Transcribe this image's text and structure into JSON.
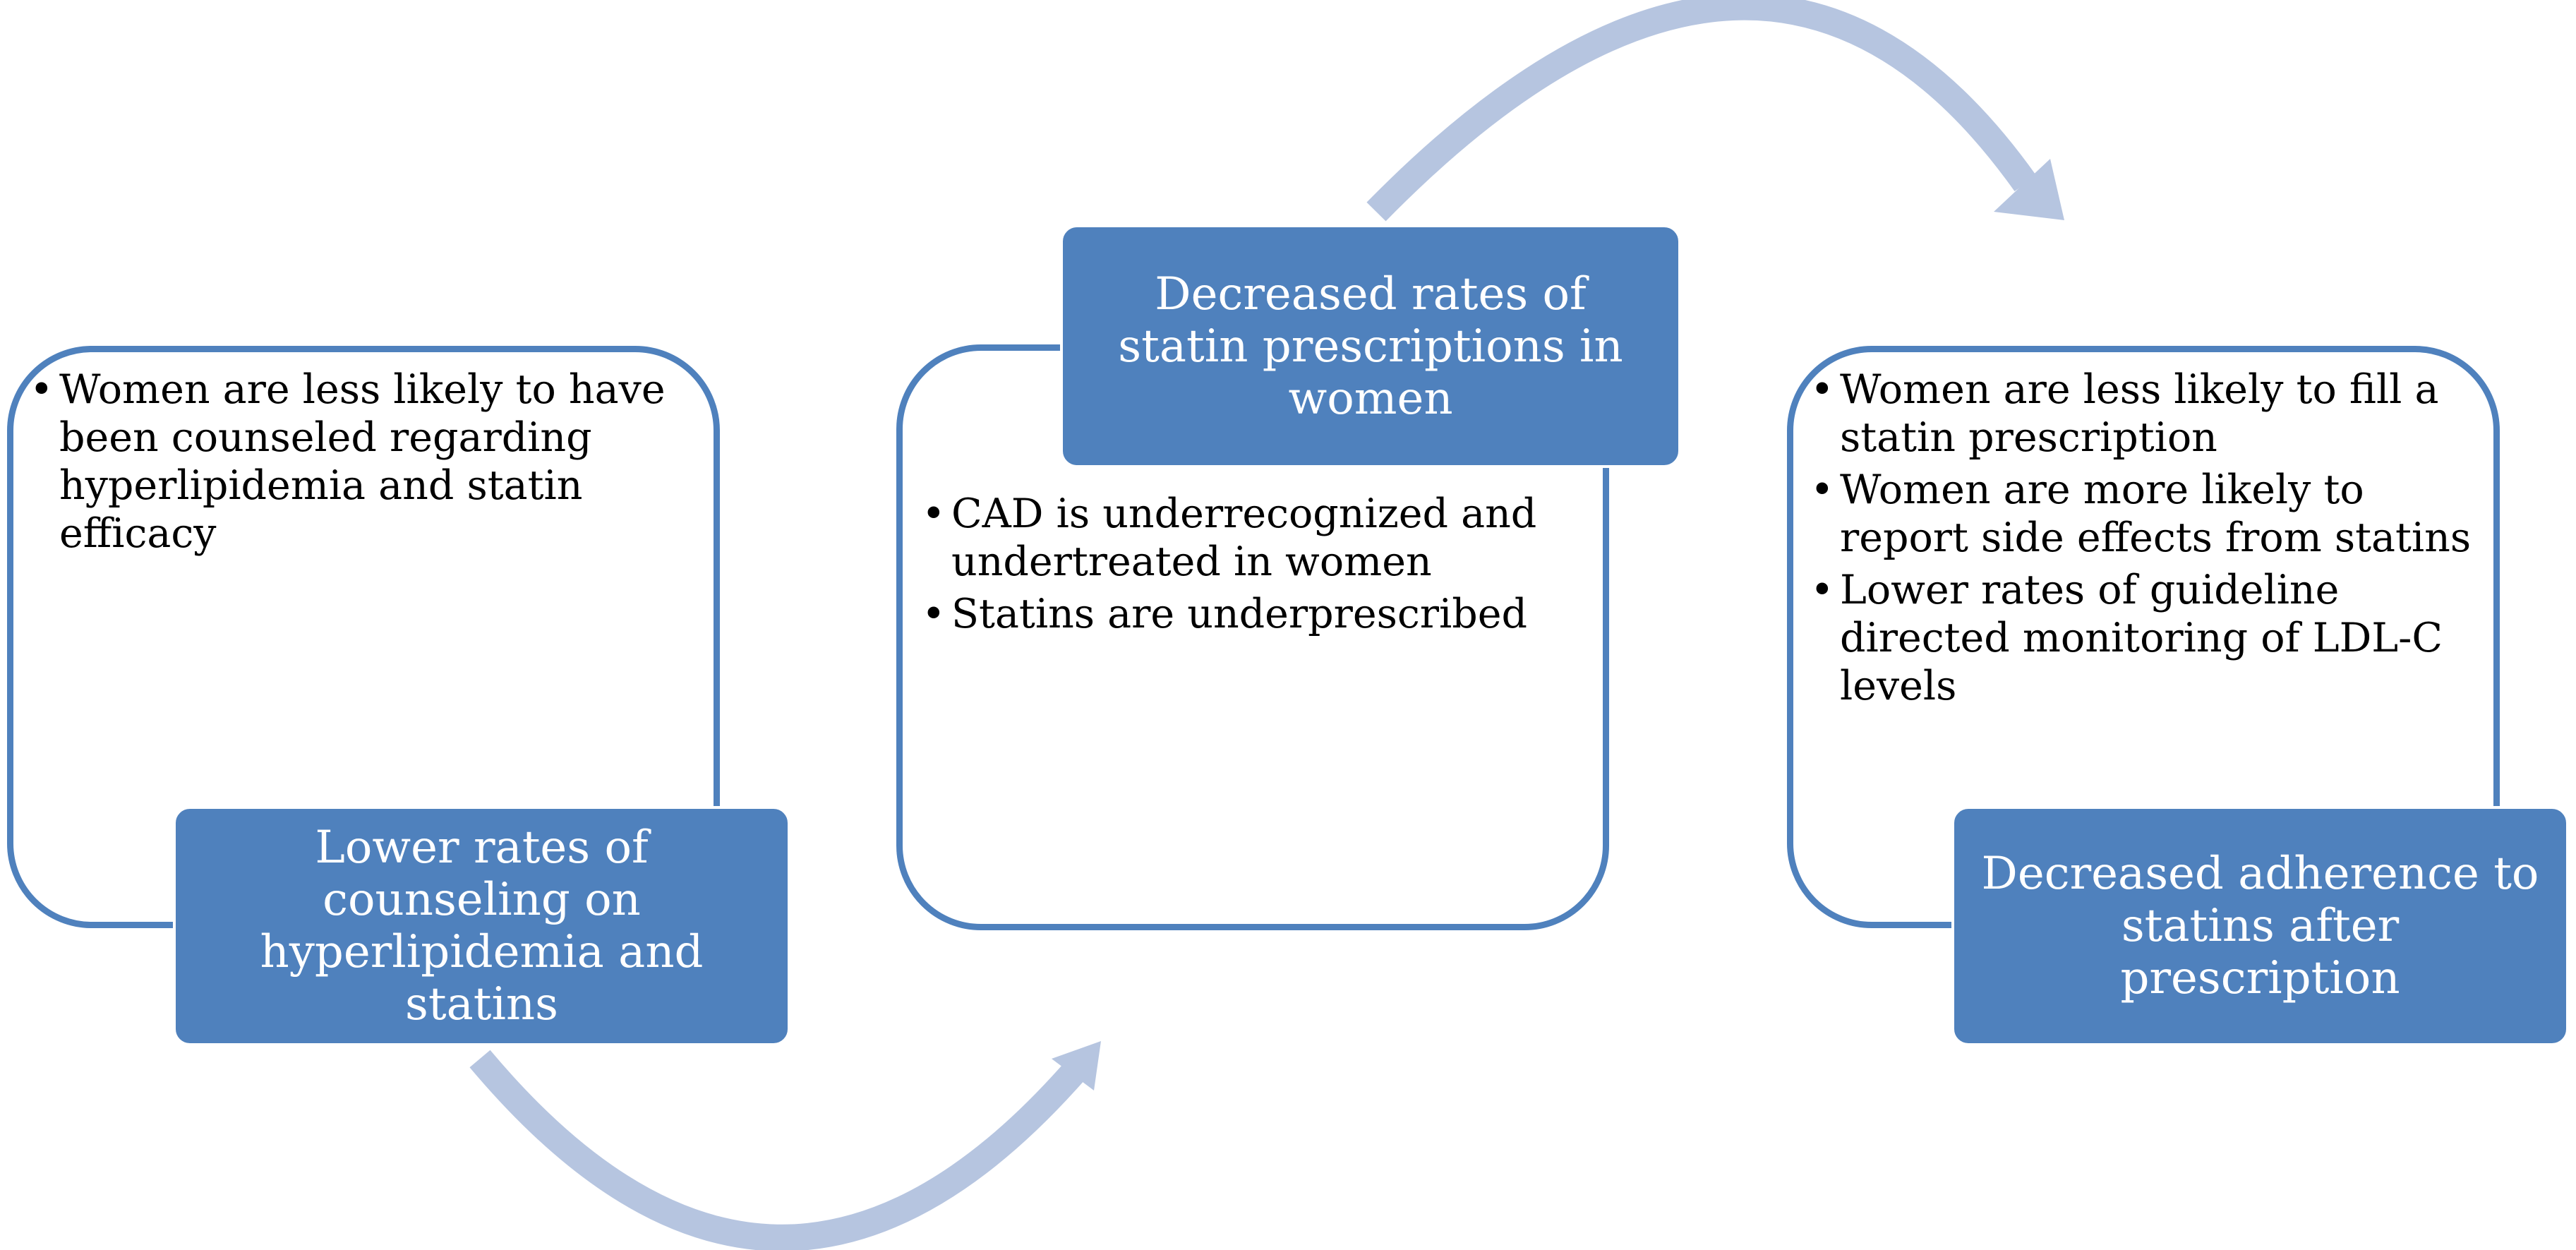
{
  "colors": {
    "accent": "#4f81bd",
    "arrow": "#b6c5e0",
    "background": "#ffffff",
    "label_text": "#ffffff",
    "body_text": "#000000"
  },
  "steps": [
    {
      "label": "Lower rates of counseling on hyperlipidemia and statins",
      "bullets": [
        "Women are less likely to have been counseled regarding hyperlipidemia and statin efficacy"
      ]
    },
    {
      "label": "Decreased rates of statin prescriptions in women",
      "bullets": [
        "CAD is underrecognized and undertreated in women",
        "Statins are underprescribed"
      ]
    },
    {
      "label": "Decreased adherence to statins after prescription",
      "bullets": [
        "Women are less likely to fill a statin prescription",
        "Women are more likely to report side effects from statins",
        "Lower rates of guideline directed monitoring of LDL-C levels"
      ]
    }
  ]
}
